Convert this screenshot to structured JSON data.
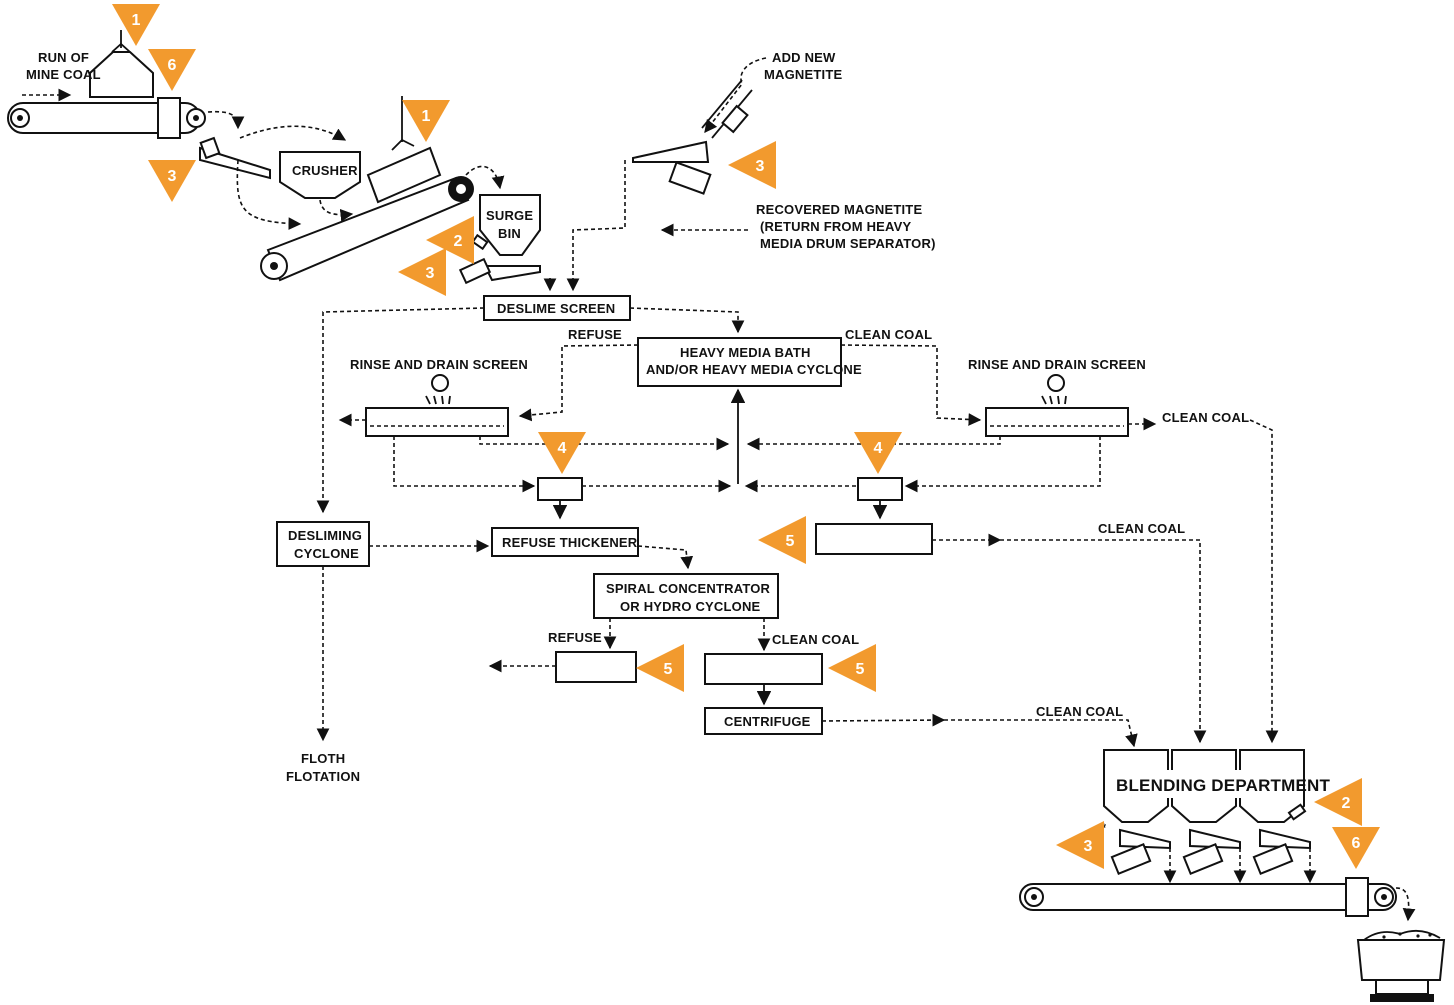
{
  "colors": {
    "marker": "#F29A2E",
    "line": "#111111",
    "background": "#ffffff"
  },
  "labels": {
    "run_of_mine_1": "RUN OF",
    "run_of_mine_2": "MINE COAL",
    "crusher": "CRUSHER",
    "surge_bin_1": "SURGE",
    "surge_bin_2": "BIN",
    "add_magnetite_1": "ADD NEW",
    "add_magnetite_2": "MAGNETITE",
    "recovered_1": "RECOVERED MAGNETITE",
    "recovered_2": "(RETURN FROM HEAVY",
    "recovered_3": "MEDIA DRUM SEPARATOR)",
    "deslime_screen": "DESLIME SCREEN",
    "refuse_top": "REFUSE",
    "clean_coal_top": "CLEAN COAL",
    "heavy_media_1": "HEAVY MEDIA BATH",
    "heavy_media_2": "AND/OR HEAVY MEDIA CYCLONE",
    "rinse_left": "RINSE AND DRAIN SCREEN",
    "rinse_right": "RINSE AND DRAIN SCREEN",
    "clean_coal_right": "CLEAN COAL",
    "desliming_1": "DESLIMING",
    "desliming_2": "CYCLONE",
    "refuse_thickener": "REFUSE THICKENER",
    "clean_coal_mid": "CLEAN COAL",
    "spiral_1": "SPIRAL CONCENTRATOR",
    "spiral_2": "OR HYDRO CYCLONE",
    "refuse_low": "REFUSE",
    "clean_coal_low": "CLEAN COAL",
    "centrifuge": "CENTRIFUGE",
    "clean_coal_bottom": "CLEAN COAL",
    "floth_1": "FLOTH",
    "floth_2": "FLOTATION",
    "blending": "BLENDING DEPARTMENT",
    "asterisk": "*"
  },
  "markers": [
    {
      "id": "m1a",
      "num": "1"
    },
    {
      "id": "m6a",
      "num": "6"
    },
    {
      "id": "m3a",
      "num": "3"
    },
    {
      "id": "m1b",
      "num": "1"
    },
    {
      "id": "m2a",
      "num": "2"
    },
    {
      "id": "m3b",
      "num": "3"
    },
    {
      "id": "m3c",
      "num": "3"
    },
    {
      "id": "m4a",
      "num": "4"
    },
    {
      "id": "m4b",
      "num": "4"
    },
    {
      "id": "m5a",
      "num": "5"
    },
    {
      "id": "m5b",
      "num": "5"
    },
    {
      "id": "m5c",
      "num": "5"
    },
    {
      "id": "m2b",
      "num": "2"
    },
    {
      "id": "m6b",
      "num": "6"
    },
    {
      "id": "m3d",
      "num": "3"
    }
  ]
}
